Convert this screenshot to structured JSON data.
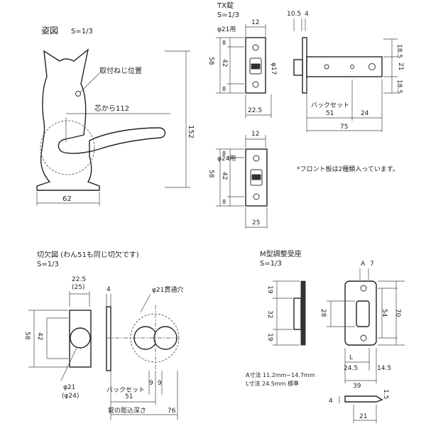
{
  "sections": {
    "figure": {
      "title": "姿図",
      "scale": "S=1/3"
    },
    "tx_latch": {
      "title": "TX錠",
      "scale": "S=1/3"
    },
    "cutout": {
      "title": "切欠図 (わん51も同じ切欠です)",
      "scale": "S=1/3"
    },
    "strike": {
      "title": "M型調整受座",
      "scale": "S=1/3"
    }
  },
  "figure": {
    "mount_screw": "取付ねじ位置",
    "center_offset": "芯から112",
    "height": "152",
    "width": "62"
  },
  "tx_latch": {
    "front21": {
      "label": "φ21用",
      "width": "12",
      "h_total": "58",
      "h_top": "8",
      "h_mid": "42",
      "h_bot": "8",
      "bottom_width": "22.5"
    },
    "front24": {
      "label": "φ24用",
      "width": "12",
      "h_total": "58",
      "h_top": "8",
      "h_mid": "42",
      "h_bot": "8",
      "bottom_width": "25"
    },
    "side": {
      "dim_10_5": "10.5",
      "dim_4": "4",
      "diameter": "φ17",
      "r1": "18.5",
      "r2": "21",
      "r3": "18.5",
      "backset_label": "バックセット",
      "backset": "51",
      "dim_24": "24",
      "total": "75"
    },
    "note": "*フロント板は2種類入っています。"
  },
  "cutout": {
    "w1": "22.5",
    "w2": "(25)",
    "dim_4": "4",
    "hole_label": "φ21貫通穴",
    "h58": "58",
    "h42": "42",
    "d21": "φ21",
    "d24": "(φ24)",
    "backset_label": "バックセット",
    "backset": "51",
    "nine_a": "9",
    "nine_b": "9",
    "depth_label": "錠の彫込深さ",
    "depth": "76"
  },
  "strike": {
    "a_label": "A",
    "a_val": "7",
    "h19a": "19",
    "h32": "32",
    "h19b": "19",
    "h28": "28",
    "h54": "54",
    "h70": "70",
    "l_label": "L",
    "l_val": "24.5",
    "dim_14_5": "14.5",
    "dim_39": "39",
    "dim_1_5": "1.5",
    "dim_4": "4",
    "dim_21": "21",
    "note_a": "A寸法 11.2mm~14.7mm",
    "note_l": "L寸法 24.5mm 標準"
  }
}
